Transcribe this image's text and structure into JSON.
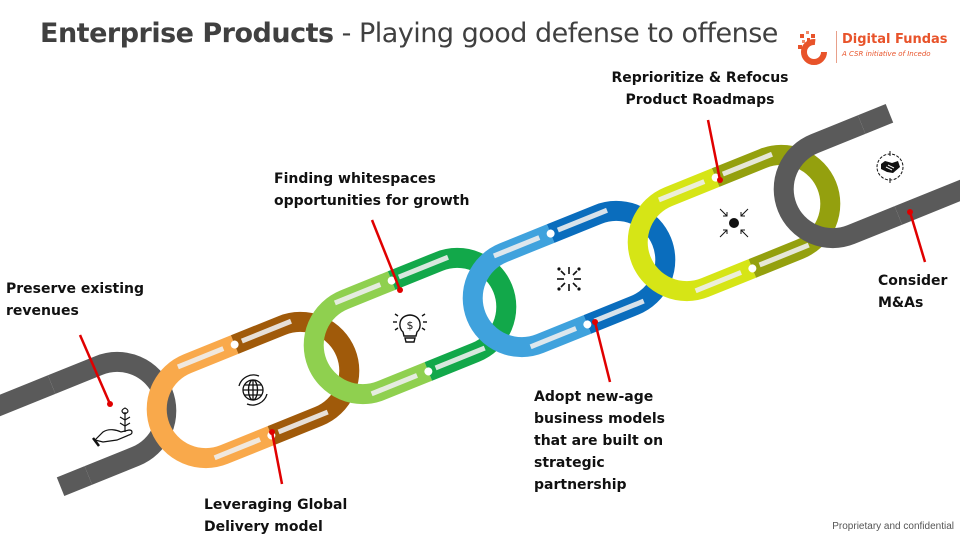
{
  "slide": {
    "title_bold": "Enterprise Products",
    "title_rest": " - Playing good defense to offense",
    "footer": "Proprietary and confidential"
  },
  "logo": {
    "name": "Digital Fundas",
    "tagline": "A CSR initiative of Incedo",
    "color": "#e8532a"
  },
  "callouts": [
    {
      "id": "preserve",
      "lines": [
        "Preserve existing",
        "revenues"
      ],
      "icon": "hand-plant-icon"
    },
    {
      "id": "global-delivery",
      "lines": [
        "Leveraging Global",
        "Delivery model"
      ],
      "icon": "globe-refresh-icon"
    },
    {
      "id": "whitespaces",
      "lines": [
        "Finding whitespaces",
        "opportunities for growth"
      ],
      "icon": "lightbulb-dollar-icon"
    },
    {
      "id": "new-age",
      "lines": [
        "Adopt new-age",
        "business models",
        "that are built on",
        "strategic",
        "partnership"
      ],
      "icon": "burst-icon"
    },
    {
      "id": "reprioritize",
      "lines": [
        "Reprioritize & Refocus",
        "Product Roadmaps"
      ],
      "icon": "focus-arrows-icon"
    },
    {
      "id": "mna",
      "lines": [
        "Consider",
        "M&As"
      ],
      "icon": "handshake-icon"
    }
  ],
  "chain": {
    "links": [
      {
        "name": "link-gray-start",
        "light": "#5a5a5a",
        "dark": "#5a5a5a"
      },
      {
        "name": "link-orange",
        "light": "#f9a94b",
        "dark": "#a05a0a"
      },
      {
        "name": "link-green",
        "light": "#8fd04f",
        "dark": "#12a84a"
      },
      {
        "name": "link-blue",
        "light": "#3fa2dd",
        "dark": "#0a6dbd"
      },
      {
        "name": "link-lime",
        "light": "#d6e516",
        "dark": "#94a00e"
      },
      {
        "name": "link-gray-end",
        "light": "#5a5a5a",
        "dark": "#5a5a5a"
      }
    ],
    "pointer_color": "#e00000"
  }
}
